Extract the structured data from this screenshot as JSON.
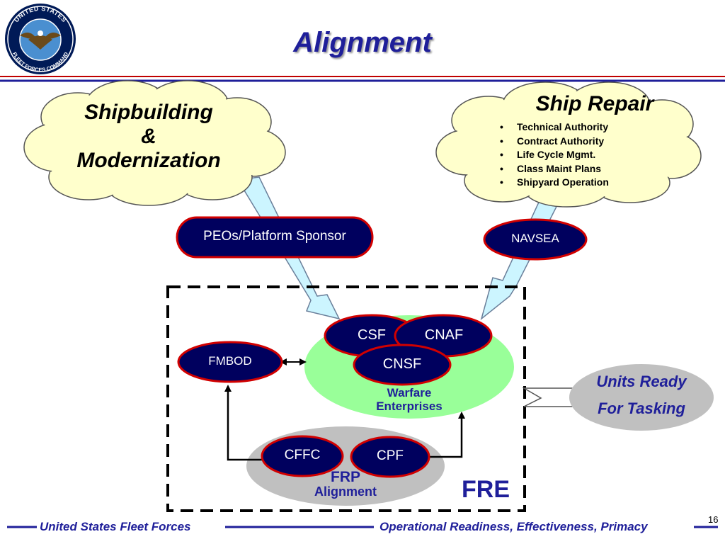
{
  "slide": {
    "title": "Alignment",
    "page_number": "16"
  },
  "logo": {
    "icon": "fleet-forces-seal-icon",
    "text_top": "UNITED STATES",
    "text_bottom": "FLEET FORCES COMMAND"
  },
  "clouds": {
    "shipbuilding": {
      "line1": "Shipbuilding",
      "line2": "&",
      "line3": "Modernization"
    },
    "ship_repair": {
      "title": "Ship Repair",
      "items": [
        "Technical Authority",
        "Contract Authority",
        "Life Cycle Mgmt.",
        "Class Maint Plans",
        "Shipyard Operation"
      ]
    }
  },
  "nodes": {
    "peos": "PEOs/Platform Sponsor",
    "navsea": "NAVSEA",
    "fmbod": "FMBOD",
    "csf": "CSF",
    "cnaf": "CNAF",
    "cnsf": "CNSF",
    "cffc": "CFFC",
    "cpf": "CPF"
  },
  "groups": {
    "warfare": "Warfare Enterprises",
    "warfare_line1": "Warfare",
    "warfare_line2": "Enterprises",
    "frp_line1": "FRP",
    "frp_line2": "Alignment",
    "fre": "FRE"
  },
  "output": {
    "line1": "Units Ready",
    "line2": "For Tasking"
  },
  "footer": {
    "left": "United States Fleet Forces",
    "right": "Operational Readiness, Effectiveness, Primacy"
  },
  "colors": {
    "navy": "#00005e",
    "accent_red": "#d10000",
    "cloud_fill": "#ffffcc",
    "warfare_green": "#99ff99",
    "frp_gray": "#c0c0c0",
    "arrow_fill": "#ccf5ff",
    "title_blue": "#1f1f9a"
  }
}
